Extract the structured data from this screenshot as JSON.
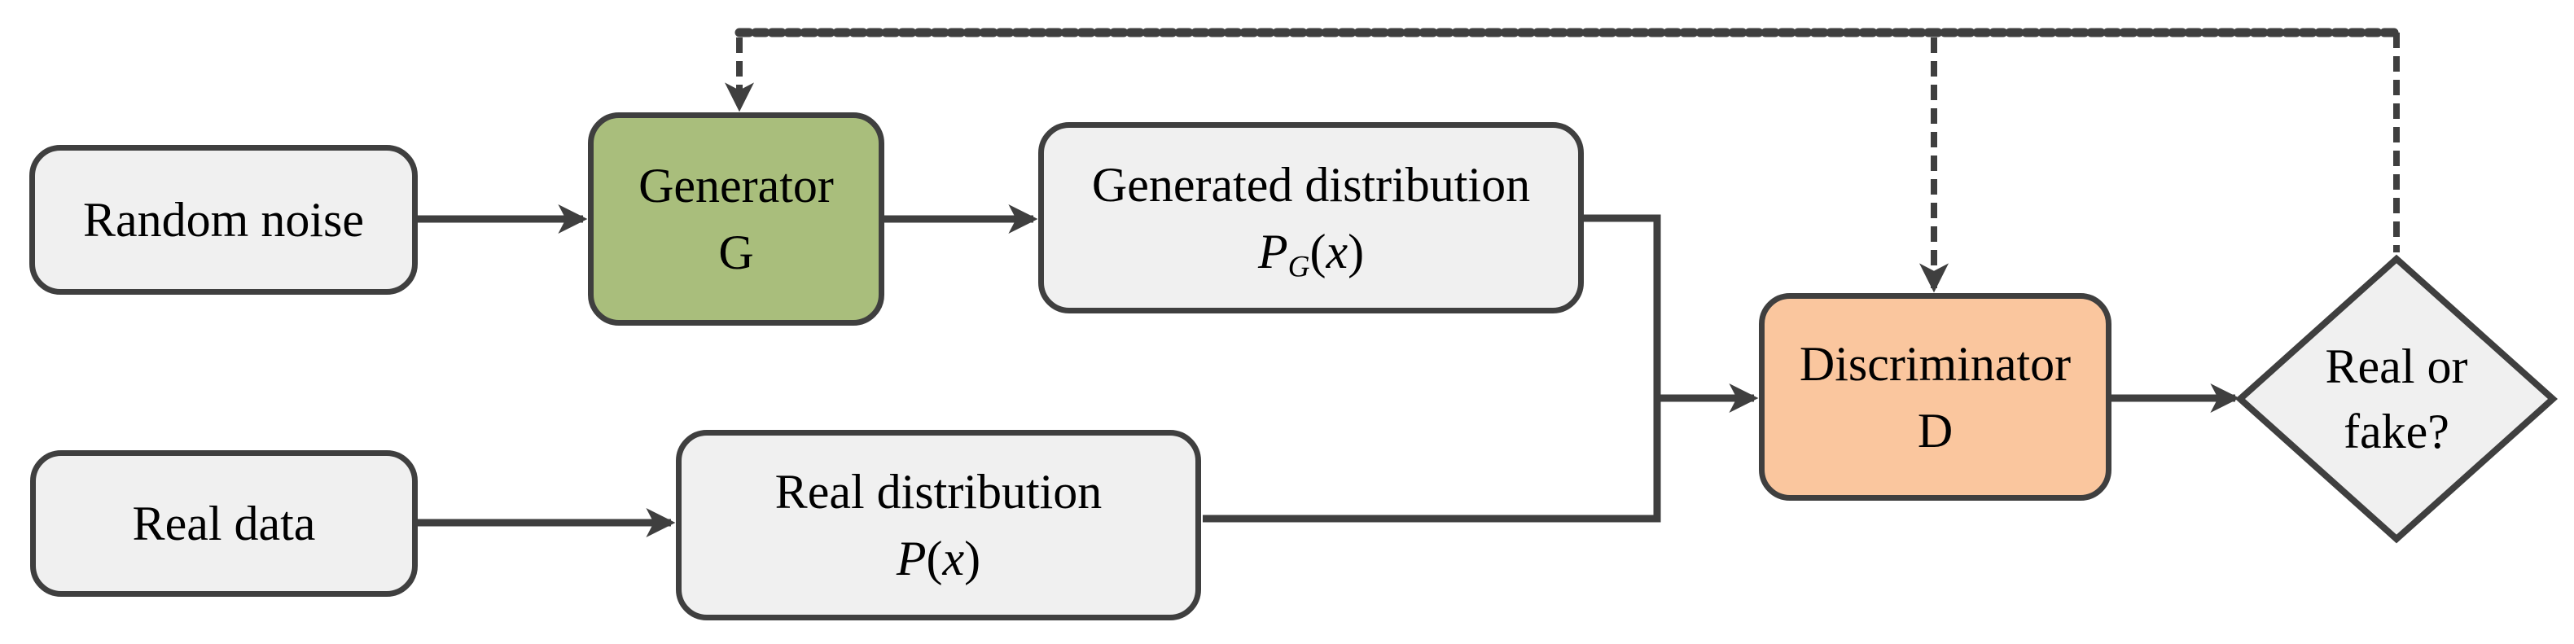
{
  "colors": {
    "background": "#ffffff",
    "stroke": "#3f3f3f",
    "node_fill": "#f0f0f0",
    "generator_fill": "#a9be7c",
    "discriminator_fill": "#fac69e",
    "text": "#000000"
  },
  "nodes": {
    "random_noise": {
      "label": "Random noise"
    },
    "generator": {
      "line1": "Generator",
      "line2": "G"
    },
    "generated_distribution": {
      "line1": "Generated distribution",
      "formula": {
        "p": "P",
        "sub": "G",
        "open": "(",
        "x": "x",
        "close": ")"
      }
    },
    "real_data": {
      "label": "Real data"
    },
    "real_distribution": {
      "line1": "Real distribution",
      "formula": {
        "p": "P",
        "open": "(",
        "x": "x",
        "close": ")"
      }
    },
    "discriminator": {
      "line1": "Discriminator",
      "line2": "D"
    },
    "decision": {
      "line1": "Real or",
      "line2": "fake?"
    }
  }
}
